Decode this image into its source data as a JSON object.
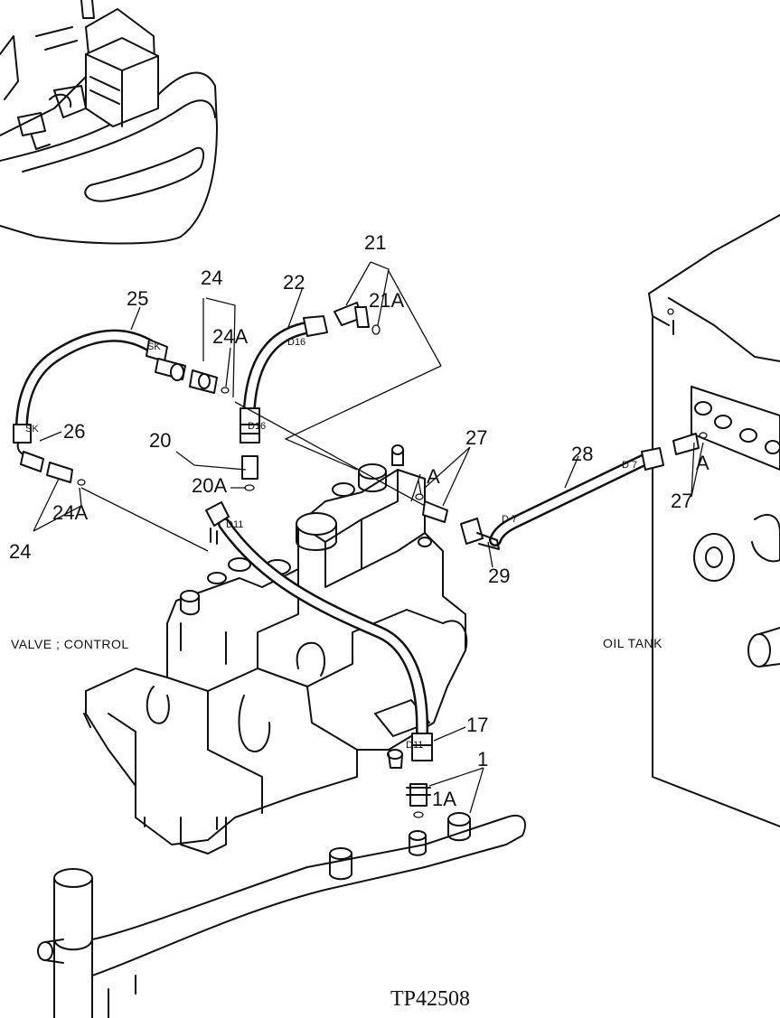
{
  "callouts": {
    "c1": "1",
    "c1A": "1A",
    "c17": "17",
    "c20": "20",
    "c20A": "20A",
    "c21": "21",
    "c21A": "21A",
    "c22": "22",
    "c24_top": "24",
    "c24A_top": "24A",
    "c24_left": "24",
    "c24A_left": "24A",
    "c25": "25",
    "c26": "26",
    "c27_a": "27",
    "c27_b": "27",
    "c28": "28",
    "c29": "29",
    "A_mid": "A",
    "A_right": "A"
  },
  "hose_marks": {
    "sk_top": "SK",
    "sk_left": "SK",
    "d16_top": "D16",
    "d16_bottom": "D16",
    "d11_top": "D11",
    "d11_bottom": "D11",
    "d7_right": "D 7",
    "d7_left": "D 7"
  },
  "captions": {
    "valve": "VALVE ; CONTROL",
    "tank": "OIL TANK",
    "reference": "TP42508"
  }
}
